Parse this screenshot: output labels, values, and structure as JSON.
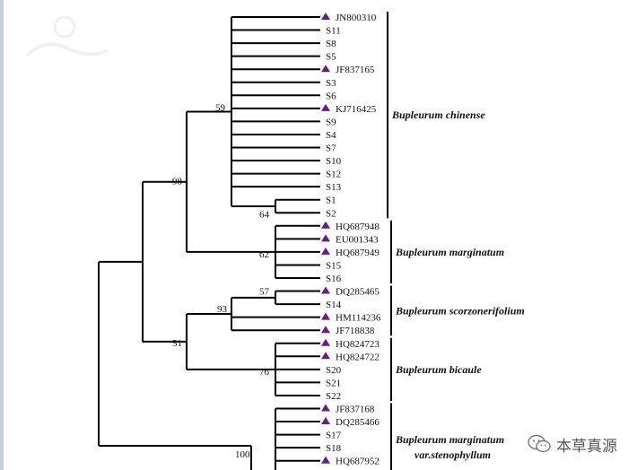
{
  "taxa": [
    {
      "label": "JN800310",
      "ref": true
    },
    {
      "label": "S11",
      "ref": false
    },
    {
      "label": "S8",
      "ref": false
    },
    {
      "label": "S5",
      "ref": false
    },
    {
      "label": "JF837165",
      "ref": true
    },
    {
      "label": "S3",
      "ref": false
    },
    {
      "label": "S6",
      "ref": false
    },
    {
      "label": "KJ716425",
      "ref": true
    },
    {
      "label": "S9",
      "ref": false
    },
    {
      "label": "S4",
      "ref": false
    },
    {
      "label": "S7",
      "ref": false
    },
    {
      "label": "S10",
      "ref": false
    },
    {
      "label": "S12",
      "ref": false
    },
    {
      "label": "S13",
      "ref": false
    },
    {
      "label": "S1",
      "ref": false
    },
    {
      "label": "S2",
      "ref": false
    },
    {
      "label": "HQ687948",
      "ref": true
    },
    {
      "label": "EU001343",
      "ref": true
    },
    {
      "label": "HQ687949",
      "ref": true
    },
    {
      "label": "S15",
      "ref": false
    },
    {
      "label": "S16",
      "ref": false
    },
    {
      "label": "DQ285465",
      "ref": true
    },
    {
      "label": "S14",
      "ref": false
    },
    {
      "label": "HM114236",
      "ref": true
    },
    {
      "label": "JF718838",
      "ref": true
    },
    {
      "label": "HQ824723",
      "ref": true
    },
    {
      "label": "HQ824722",
      "ref": true
    },
    {
      "label": "S20",
      "ref": false
    },
    {
      "label": "S21",
      "ref": false
    },
    {
      "label": "S22",
      "ref": false
    },
    {
      "label": "JF837168",
      "ref": true
    },
    {
      "label": "DQ285466",
      "ref": true
    },
    {
      "label": "S17",
      "ref": false
    },
    {
      "label": "S18",
      "ref": false
    },
    {
      "label": "HQ687952",
      "ref": true
    }
  ],
  "bootstrap": [
    "59",
    "98",
    "64",
    "62",
    "57",
    "93",
    "51",
    "76",
    "100"
  ],
  "clades": [
    {
      "name": "Bupleurum chinense"
    },
    {
      "name": "Bupleurum marginatum"
    },
    {
      "name": "Bupleurum scorzonerifolium"
    },
    {
      "name": "Bupleurum bicaule"
    },
    {
      "name": "Bupleurum marginatum",
      "name2": "var.stenophyllum"
    }
  ],
  "watermark": {
    "text": "本草真源"
  },
  "colors": {
    "marker": "#6a1b8a",
    "branch": "#000000",
    "text": "#111111"
  }
}
